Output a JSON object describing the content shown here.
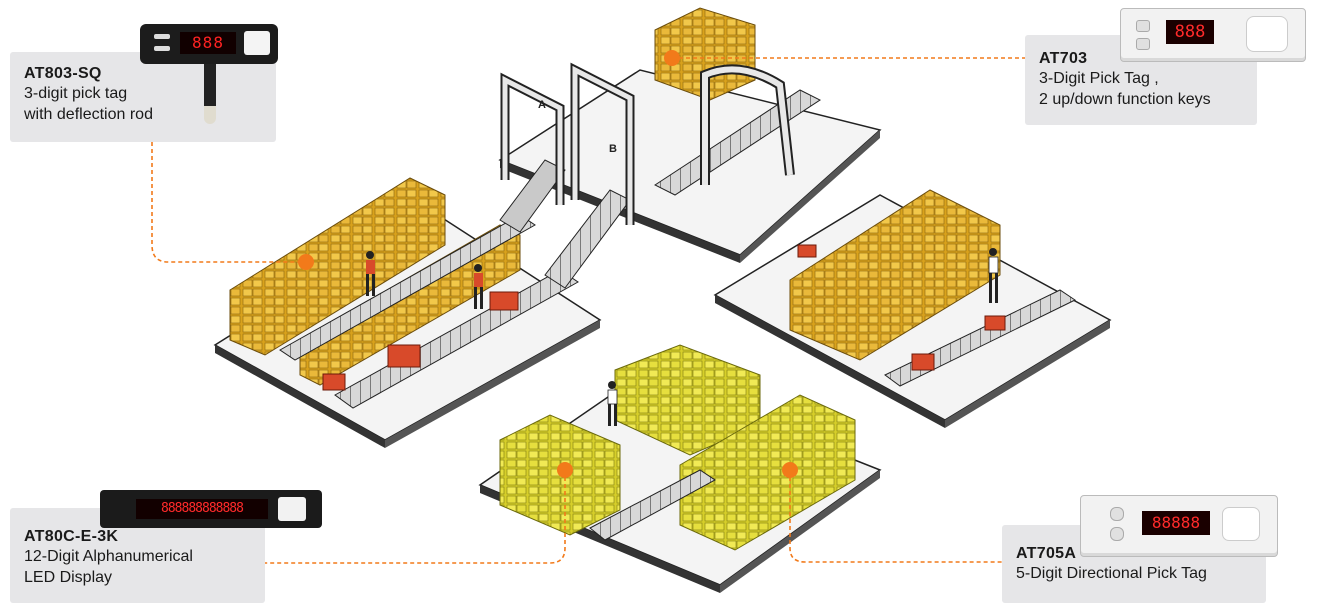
{
  "accent_color": "#f27a1a",
  "devices": [
    {
      "model": "AT803-SQ",
      "desc1": "3-digit pick tag",
      "desc2": "with deflection rod",
      "display": "888"
    },
    {
      "model": "AT703",
      "desc1": "3-Digit Pick Tag ,",
      "desc2": "2 up/down function keys",
      "display": "888"
    },
    {
      "model": "AT80C-E-3K",
      "desc1": "12-Digit Alphanumerical",
      "desc2": "LED Display",
      "display": "888888888888"
    },
    {
      "model": "AT705A",
      "desc1": "5-Digit Directional Pick Tag",
      "desc2": "",
      "display": "88888"
    }
  ],
  "gates": {
    "a": "A",
    "b": "B"
  }
}
